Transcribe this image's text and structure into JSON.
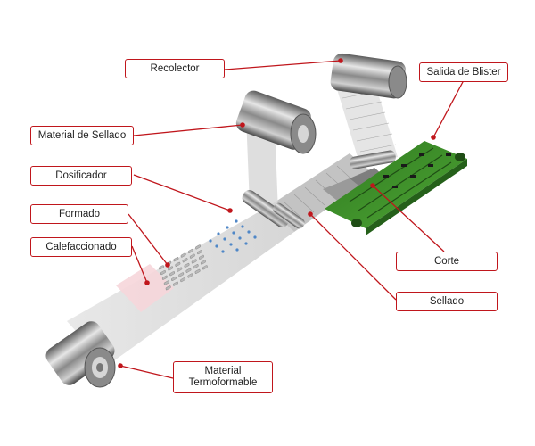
{
  "colors": {
    "callout_line": "#c0161c",
    "callout_box_border": "#c0161c",
    "film": "#d9d9d9",
    "roll_metal": "#9a9a9a",
    "pcb_green": "#3e8f2a",
    "heating_zone": "#f6d6da"
  },
  "labels": {
    "recolector": "Recolector",
    "salida_blister": "Salida de Blister",
    "material_sellado": "Material de Sellado",
    "dosificador": "Dosificador",
    "formado": "Formado",
    "calefaccionado": "Calefaccionado",
    "corte": "Corte",
    "sellado": "Sellado",
    "material_termoformable_1": "Material",
    "material_termoformable_2": "Termoformable"
  }
}
